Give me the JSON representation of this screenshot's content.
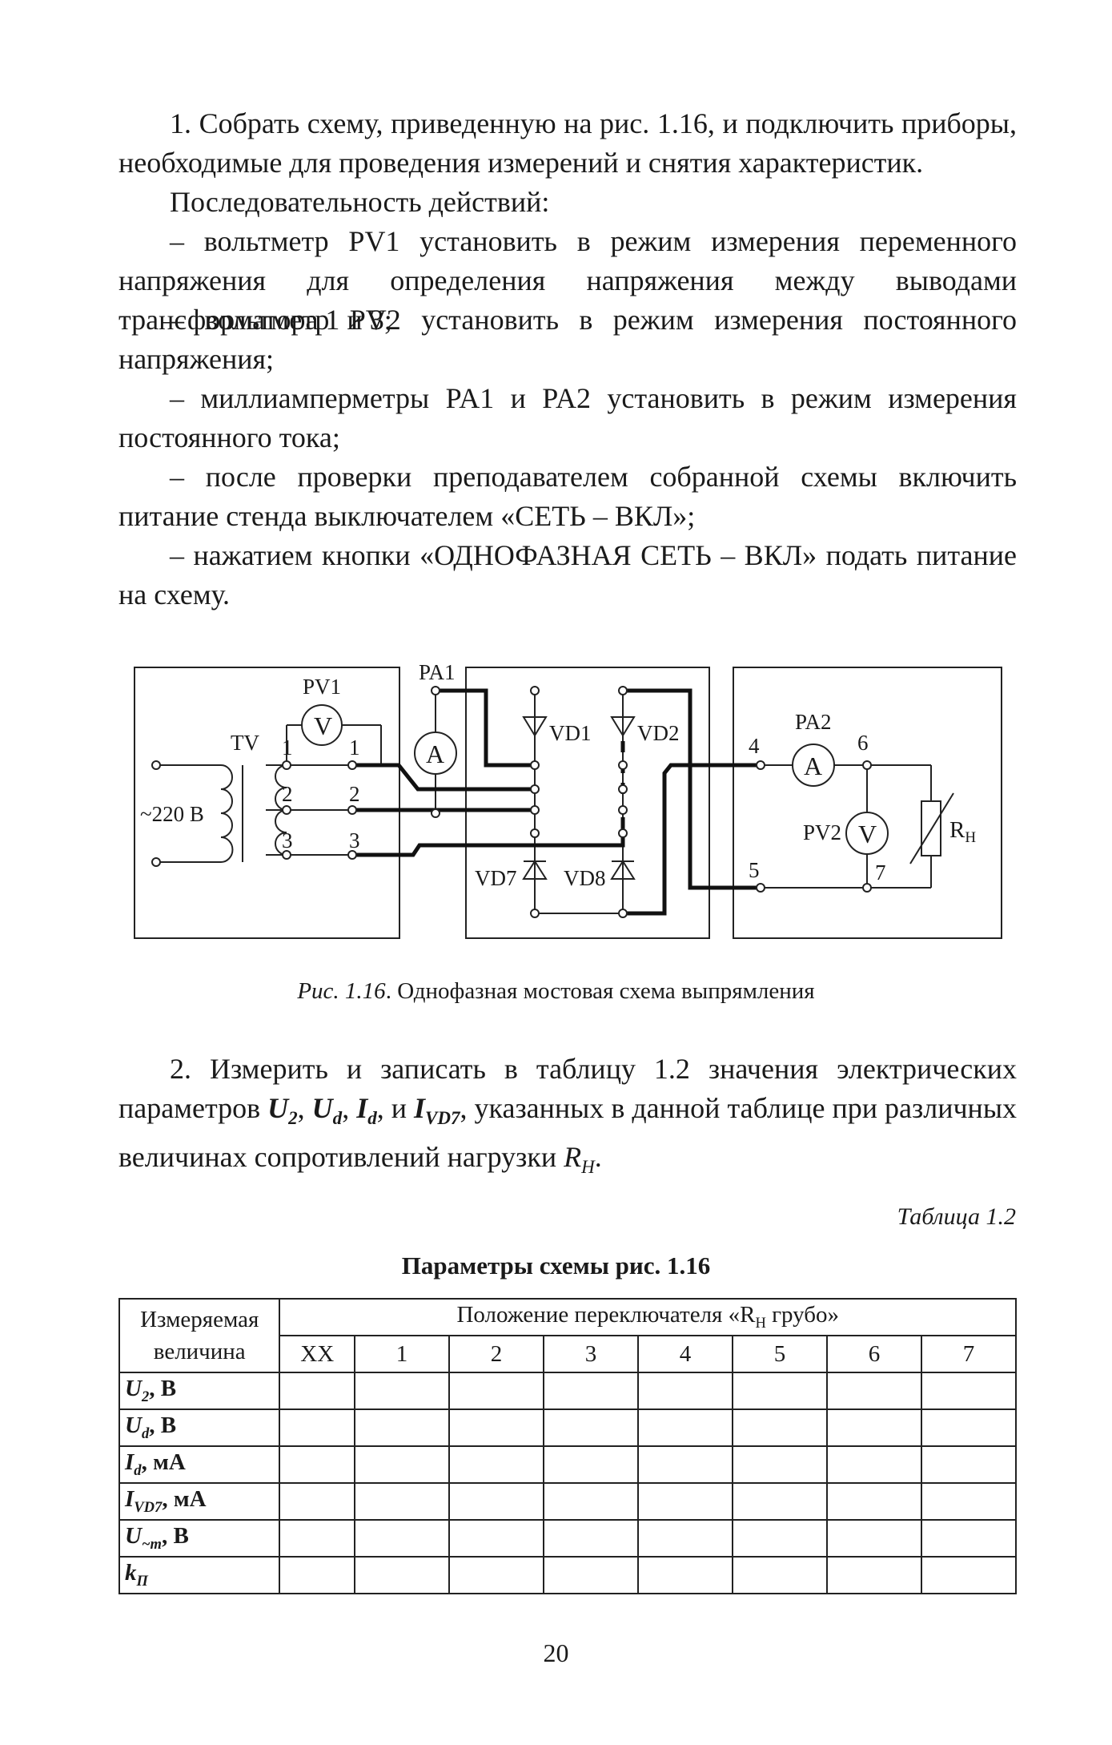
{
  "paragraphs": {
    "p1": "1. Собрать схему, приведенную на рис. 1.16, и подключить приборы, необходимые для проведения измерений и снятия характеристик.",
    "p2": "Последовательность действий:",
    "p3": "– вольтметр PV1 установить в режим измерения переменного напряжения для определения напряжения между выводами трансформатора 1 и 3;",
    "p4": "– вольтметр PV2 установить в режим измерения постоянного напряжения;",
    "p5": "– миллиамперметры PA1 и PA2 установить в режим измерения постоянного тока;",
    "p6": "– после проверки преподавателем собранной схемы включить питание стенда выключателем «СЕТЬ – ВКЛ»;",
    "p7": "– нажатием кнопки «ОДНОФАЗНАЯ СЕТЬ – ВКЛ» подать питание на схему."
  },
  "diagram": {
    "PV1": "PV1",
    "PA1": "PA1",
    "PA2": "PA2",
    "PV2": "PV2",
    "TV": "TV",
    "V": "V",
    "A": "A",
    "supply": "~220 В",
    "VD1": "VD1",
    "VD2": "VD2",
    "VD7": "VD7",
    "VD8": "VD8",
    "RH": "R",
    "RH_sub": "Н",
    "pins": {
      "n1": "1",
      "n2": "2",
      "n3": "3",
      "n4": "4",
      "n5": "5",
      "n6": "6",
      "n7": "7"
    }
  },
  "caption": {
    "label": "Рис. 1.16",
    "text": "Однофазная мостовая схема выпрямления"
  },
  "step2": {
    "lead": "2. Измерить и записать в таблицу 1.2 значения электрических параметров ",
    "U2": "U",
    "U2_sub": "2",
    "Ud": "U",
    "Ud_sub": "d",
    "Id": "I",
    "Id_sub": "d",
    "and": " и ",
    "IVD7": "I",
    "IVD7_sub": "VD7",
    "mid": ", указанных в данной таблице при различных величинах сопротивлений нагрузки ",
    "RH": "R",
    "RH_sub": "H",
    "end": "."
  },
  "table": {
    "number": "Таблица 1.2",
    "title": "Параметры схемы рис. 1.16",
    "header_measured": "Измеряемая величина",
    "header_switch": "Положение переключателя «R",
    "header_switch_sub": "Н",
    "header_switch_end": " грубо»",
    "columns": [
      "ХХ",
      "1",
      "2",
      "3",
      "4",
      "5",
      "6",
      "7"
    ],
    "rows": [
      {
        "sym": "U",
        "sub": "2",
        "unit": ", В"
      },
      {
        "sym": "U",
        "sub": "d",
        "unit": ", В"
      },
      {
        "sym": "I",
        "sub": "d",
        "unit": ", мА"
      },
      {
        "sym": "I",
        "sub": "VD7",
        "unit": ", мА"
      },
      {
        "sym": "U",
        "sub": "~m",
        "unit": ", В"
      },
      {
        "sym": "k",
        "sub": "П",
        "unit": ""
      }
    ]
  },
  "page_number": "20"
}
